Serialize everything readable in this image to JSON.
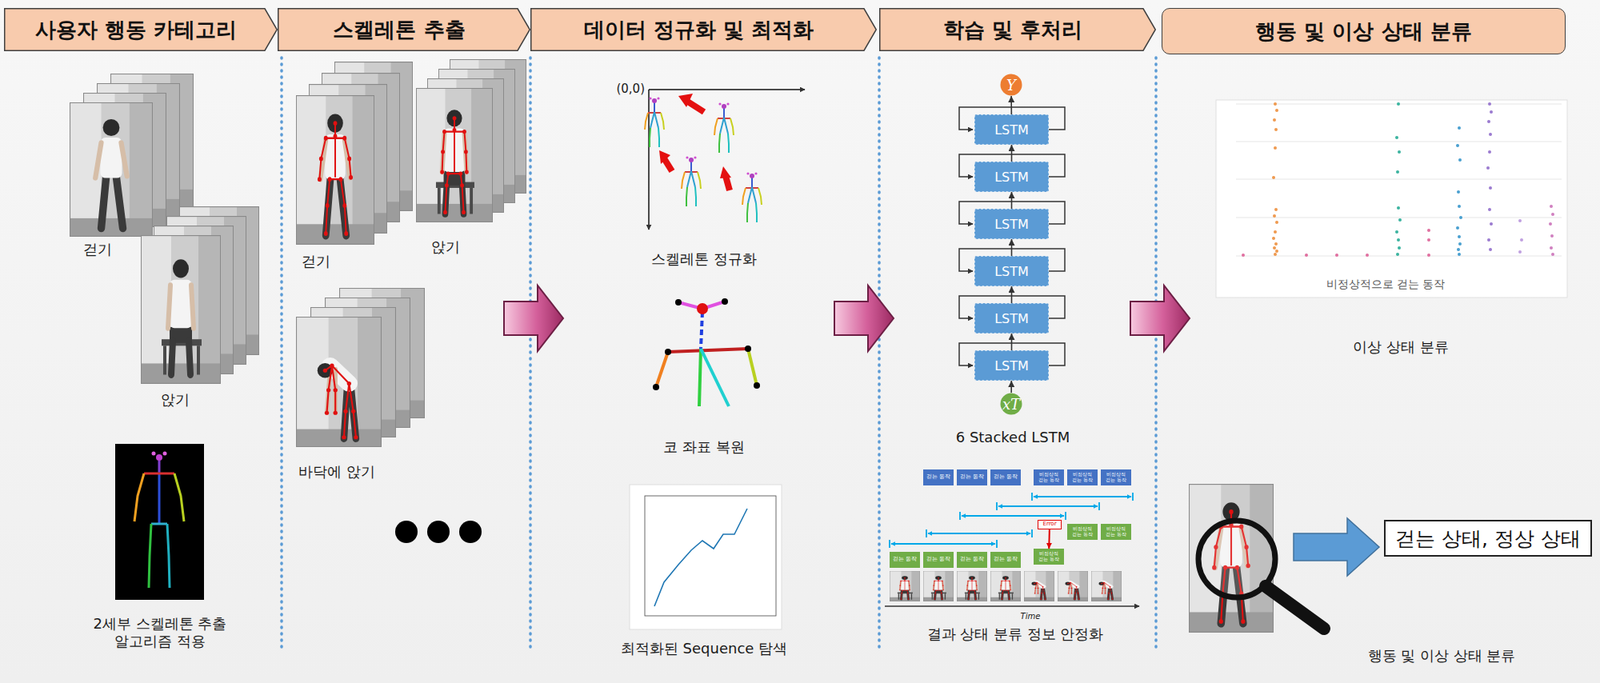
{
  "diagram": {
    "nodes": [
      {
        "text": [
          "사용자 행동 카테고리"
        ]
      },
      {
        "text": [
          "스켈레톤 추출"
        ]
      },
      {
        "text": [
          "데이터 정규화 및 최적화"
        ]
      },
      {
        "text": [
          "학습 및 후처리"
        ]
      },
      {
        "text": [
          "행동 및 이상 상태 분류"
        ]
      },
      {
        "text": [
          "Y"
        ]
      },
      {
        "text": [
          "LSTM"
        ]
      },
      {
        "text": [
          "LSTM"
        ]
      },
      {
        "text": [
          "LSTM"
        ]
      },
      {
        "text": [
          "LSTM"
        ]
      },
      {
        "text": [
          "LSTM"
        ]
      },
      {
        "text": [
          "LSTM"
        ]
      },
      {
        "text": [
          "xT"
        ]
      },
      {
        "text": [
          "걷는 동작"
        ]
      },
      {
        "text": [
          "걷는 동작"
        ]
      },
      {
        "text": [
          "걷는 동작"
        ]
      },
      {
        "text": [
          "비정상적 걷는 동작"
        ]
      },
      {
        "text": [
          "비정상적 걷는 동작"
        ]
      },
      {
        "text": [
          "비정상적 걷는 동작"
        ]
      },
      {
        "text": [
          "Error"
        ]
      },
      {
        "text": [
          "비정상적 걷는 동작"
        ]
      },
      {
        "text": [
          "비정상적 걷는 동작"
        ]
      },
      {
        "text": [
          "걷는 동작"
        ]
      },
      {
        "text": [
          "걷는 동작"
        ]
      },
      {
        "text": [
          "걷는 동작"
        ]
      },
      {
        "text": [
          "걷는 동작"
        ]
      },
      {
        "text": [
          "비정상적 걷는 동작"
        ]
      },
      {
        "text": [
          "걷는 상태, 정상 상태"
        ]
      }
    ],
    "edges": [
      {
        "from": 12,
        "to": 11,
        "arrow": "to"
      },
      {
        "from": 11,
        "to": 10,
        "arrow": "to"
      },
      {
        "from": 10,
        "to": 9,
        "arrow": "to"
      },
      {
        "from": 9,
        "to": 8,
        "arrow": "to"
      },
      {
        "from": 8,
        "to": 7,
        "arrow": "to"
      },
      {
        "from": 7,
        "to": 6,
        "arrow": "to"
      },
      {
        "from": 6,
        "to": 5,
        "arrow": "to"
      },
      {
        "from": 19,
        "to": 26,
        "arrow": "to"
      }
    ],
    "labels": [
      "걷기",
      "앉기",
      "2세부 스켈레톤 추출 알고리즘 적용",
      "걷기",
      "앉기",
      "바닥에 앉기",
      "(0,0)",
      "스켈레톤 정규화",
      "코 좌표 복원",
      "최적화된 Sequence 탐색",
      "6 Stacked LSTM",
      "Time",
      "결과 상태 분류 정보 안정화",
      "비정상적으로 걷는 동작",
      "이상 상태 분류",
      "행동 및 이상 상태 분류"
    ]
  }
}
